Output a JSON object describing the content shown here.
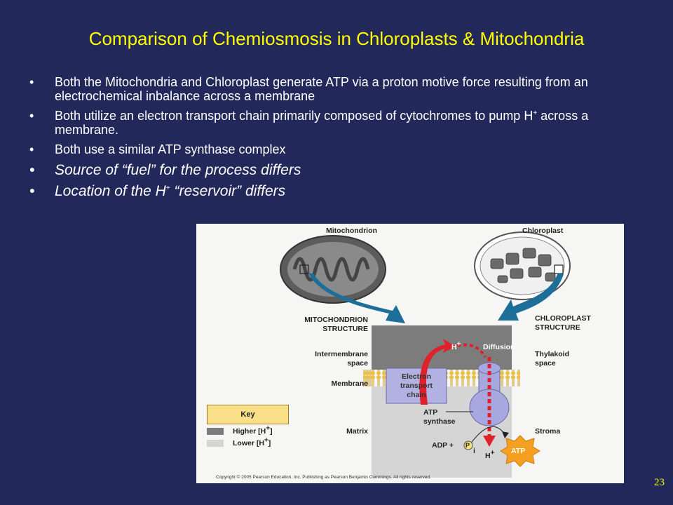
{
  "title": "Comparison of Chemiosmosis in Chloroplasts & Mitochondria",
  "bullets": [
    "Both the Mitochondria and Chloroplast generate ATP via a proton motive force resulting from an electrochemical inbalance across a membrane",
    "Both utilize an electron transport chain primarily composed of cytochromes to pump H",
    "across a membrane.",
    "Both use a similar ATP synthase complex",
    "Source of “fuel” for the process differs",
    "Location of the H",
    "“reservoir” differs"
  ],
  "superscript_plus": "+",
  "figure": {
    "mitochondrion": "Mitochondrion",
    "chloroplast": "Chloroplast",
    "mito_structure_1": "MITOCHONDRION",
    "mito_structure_2": "STRUCTURE",
    "chloro_structure_1": "CHLOROPLAST",
    "chloro_structure_2": "STRUCTURE",
    "intermembrane_1": "Intermembrane",
    "intermembrane_2": "space",
    "membrane": "Membrane",
    "matrix": "Matrix",
    "thylakoid_1": "Thylakoid",
    "thylakoid_2": "space",
    "stroma": "Stroma",
    "diffusion": "Diffusion",
    "etc_1": "Electron",
    "etc_2": "transport",
    "etc_3": "chain",
    "atp_synthase_1": "ATP",
    "atp_synthase_2": "synthase",
    "adp": "ADP +",
    "p": "P",
    "i": "i",
    "atp": "ATP",
    "h": "H",
    "key": "Key",
    "higher": "Higher [H",
    "lower": "Lower [H",
    "bracket": "]",
    "copyright": "Copyright © 2005 Pearson Education, Inc. Publishing as Pearson Benjamin Cummings. All rights reserved."
  },
  "page_number": "23",
  "colors": {
    "background": "#22285a",
    "title": "#ffff00",
    "arrow_blue": "#1d6f9a",
    "proton_red": "#e0202a",
    "key_fill": "#fbe08a"
  }
}
